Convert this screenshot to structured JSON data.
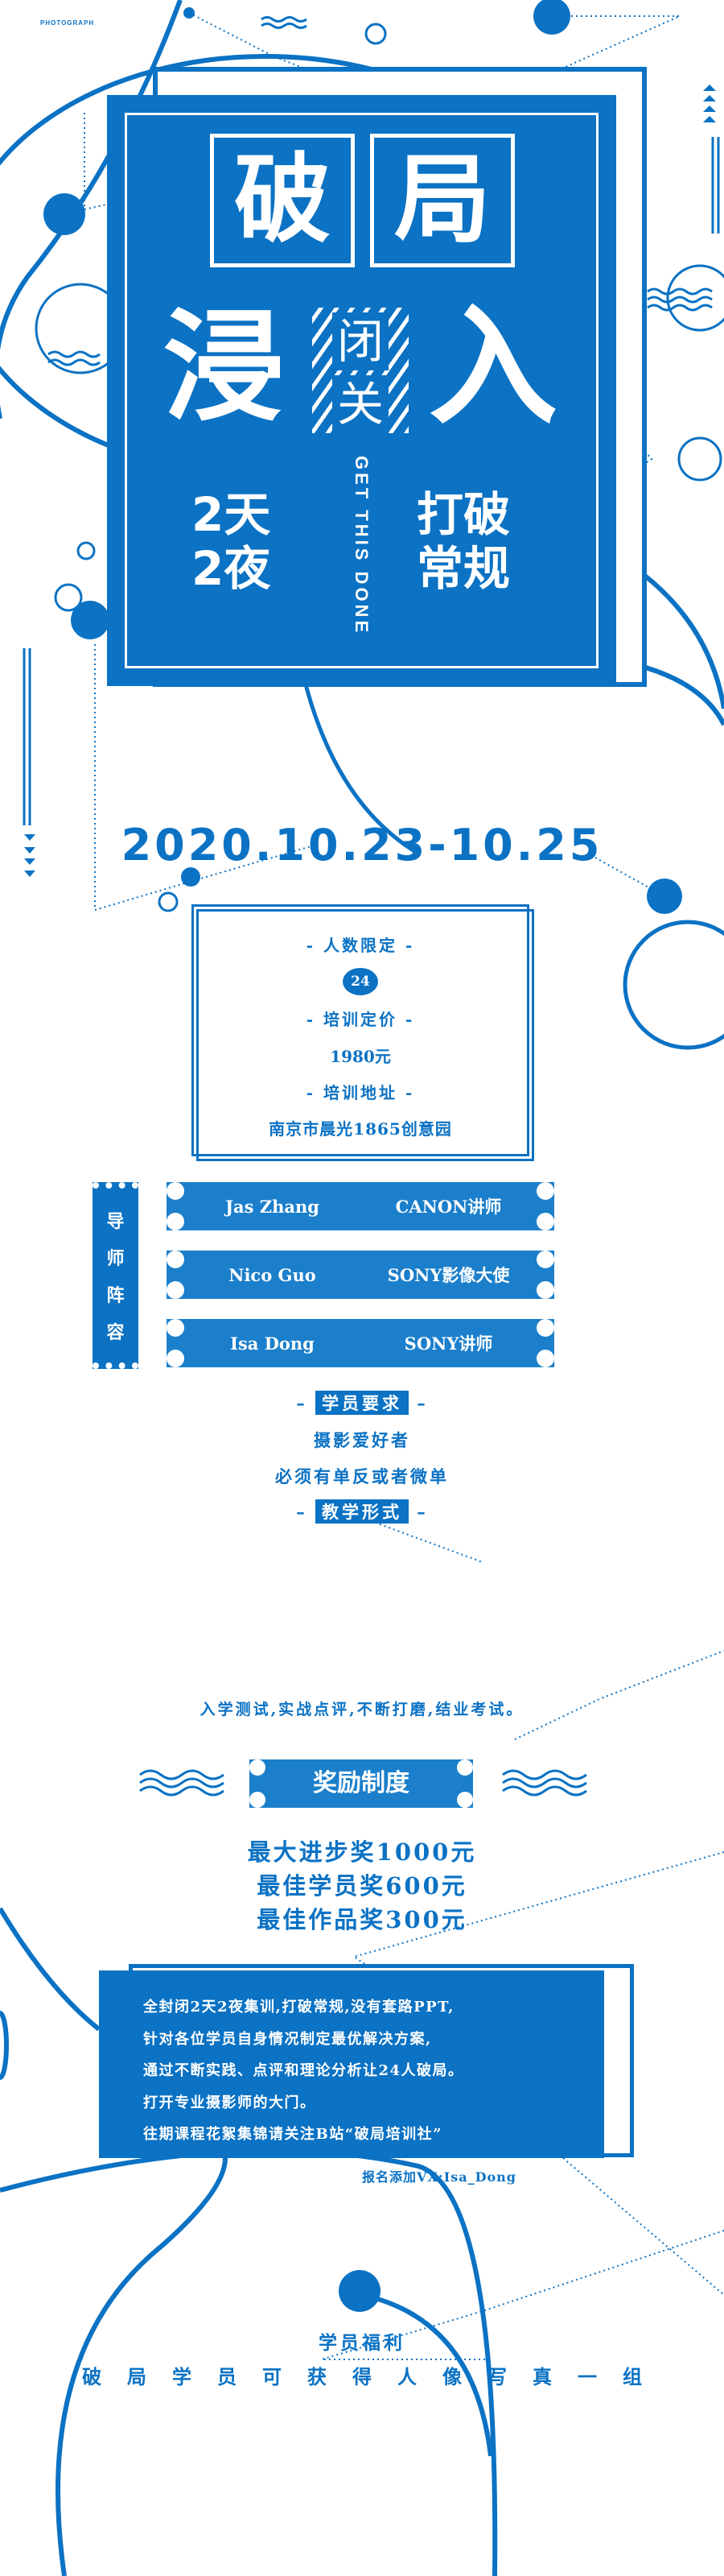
{
  "brand_label": "PHOTOGRAPH",
  "hero": {
    "title_chars": [
      "破",
      "局"
    ],
    "immerse": "浸",
    "close_chars": [
      "闭",
      "关"
    ],
    "enter": "入",
    "vertical_en": "GET THIS DONE",
    "days": [
      "2天",
      "2夜"
    ],
    "break": [
      "打破",
      "常规"
    ]
  },
  "date": "2020.10.23-10.25",
  "info": {
    "limit_label": "- 人数限定 -",
    "limit_value": "24",
    "price_label": "- 培训定价 -",
    "price_value": "1980元",
    "address_label": "- 培训地址 -",
    "address_value": "南京市晨光1865创意园"
  },
  "teachers": {
    "side_label": [
      "导",
      "师",
      "阵",
      "容"
    ],
    "rows": [
      {
        "name": "Jas Zhang",
        "title": "CANON讲师"
      },
      {
        "name": "Nico Guo",
        "title": "SONY影像大使"
      },
      {
        "name": "Isa Dong",
        "title": "SONY讲师"
      }
    ]
  },
  "requirements": {
    "label": "学员要求",
    "lines": [
      "摄影爱好者",
      "必须有单反或者微单"
    ]
  },
  "teaching": {
    "label": "教学形式",
    "text": "入学测试,实战点评,不断打磨,结业考试。"
  },
  "rewards": {
    "label": "奖励制度",
    "items": [
      "最大进步奖1000元",
      "最佳学员奖600元",
      "最佳作品奖300元"
    ]
  },
  "description": [
    "全封闭2天2夜集训,打破常规,没有套路PPT,",
    "针对各位学员自身情况制定最优解决方案,",
    "通过不断实践、点评和理论分析让24人破局。",
    "打开专业摄影师的大门。",
    "往期课程花絮集锦请关注B站“破局培训社”"
  ],
  "contact": "报名添加VX:Isa_Dong",
  "benefit": {
    "label": "学员福利",
    "text": "破局学员可获得人像写真一组"
  },
  "colors": {
    "accent": "#0b72c4"
  }
}
